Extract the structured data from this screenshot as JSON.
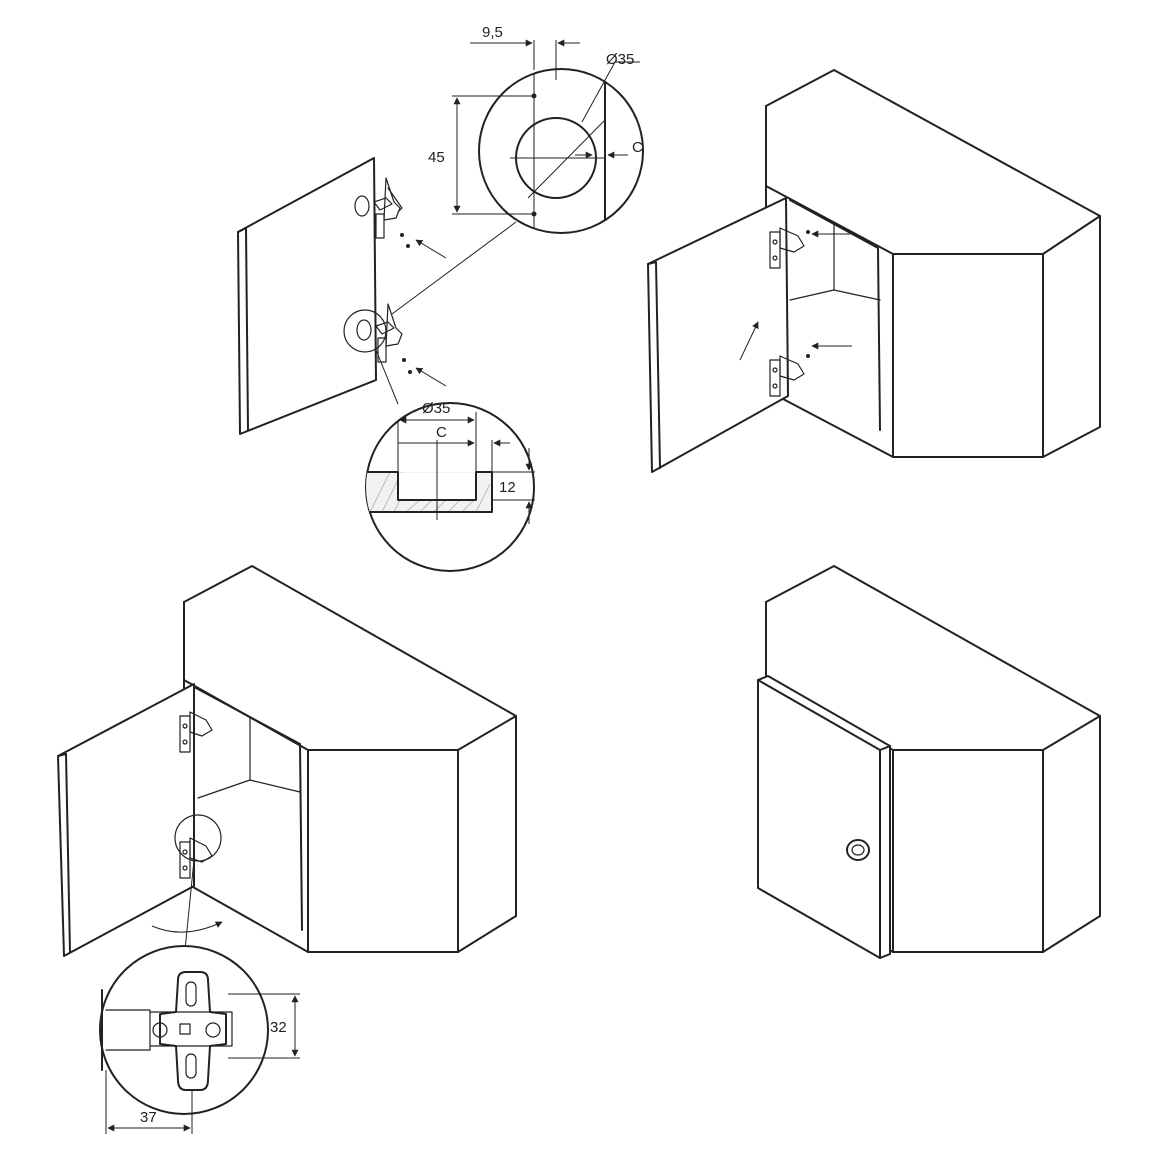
{
  "callout_top": {
    "offset_dim": "9,5",
    "diameter_dim": "Ø35",
    "height_dim": "45",
    "edge_dim": "C"
  },
  "callout_section": {
    "diameter_dim": "Ø35",
    "edge_dim": "C",
    "depth_dim": "12"
  },
  "callout_plate": {
    "height_dim": "32",
    "width_dim": "37"
  },
  "colors": {
    "line": "#222222",
    "background": "#ffffff",
    "hatch": "#bbbbbb"
  }
}
